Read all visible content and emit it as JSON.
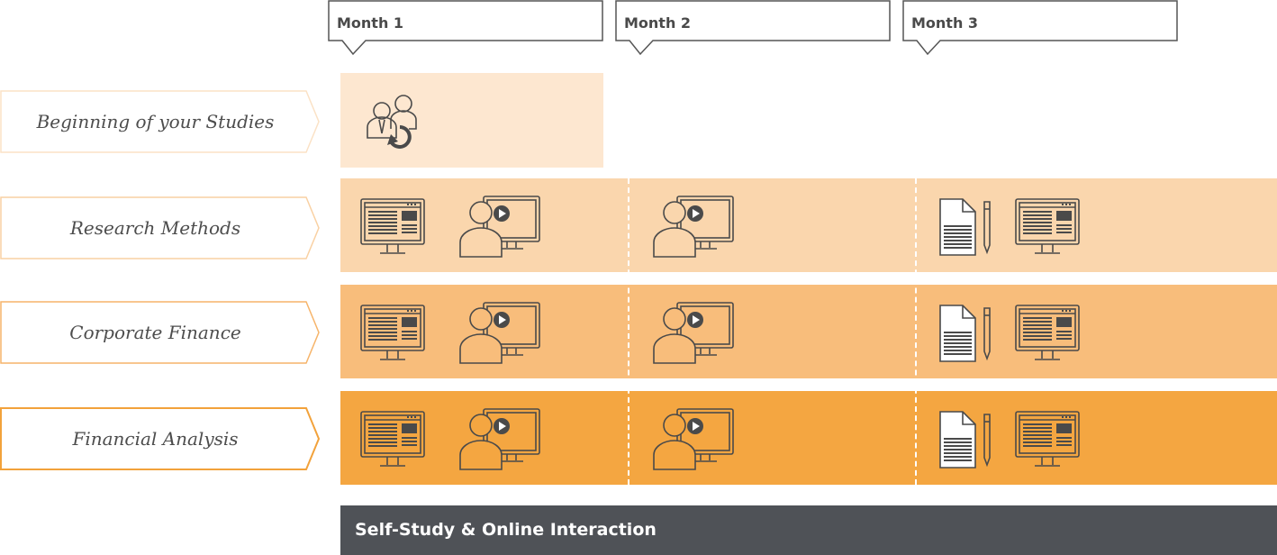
{
  "months": [
    {
      "label": "Month 1"
    },
    {
      "label": "Month 2"
    },
    {
      "label": "Month 3"
    }
  ],
  "rows": [
    {
      "label": "Beginning of your Studies",
      "fill": "#fde7d0",
      "border": "#fbe2c6",
      "icons_month1": [
        "people-cycle-icon"
      ],
      "icons_month2": [],
      "icons_month3": []
    },
    {
      "label": "Research Methods",
      "fill": "#fad6ad",
      "border": "#f9d1a3",
      "icons_month1": [
        "monitor-document-icon",
        "video-lecture-icon"
      ],
      "icons_month2": [
        "video-lecture-icon"
      ],
      "icons_month3": [
        "paper-pen-icon",
        "monitor-document-icon"
      ]
    },
    {
      "label": "Corporate Finance",
      "fill": "#f8bd7b",
      "border": "#f6b46a",
      "icons_month1": [
        "monitor-document-icon",
        "video-lecture-icon"
      ],
      "icons_month2": [
        "video-lecture-icon"
      ],
      "icons_month3": [
        "paper-pen-icon",
        "monitor-document-icon"
      ]
    },
    {
      "label": "Financial Analysis",
      "fill": "#f4a641",
      "border": "#f2a23b",
      "icons_month1": [
        "monitor-document-icon",
        "video-lecture-icon"
      ],
      "icons_month2": [
        "video-lecture-icon"
      ],
      "icons_month3": [
        "paper-pen-icon",
        "monitor-document-icon"
      ]
    }
  ],
  "footer": {
    "label": "Self-Study & Online Interaction",
    "color": "#4f5257"
  },
  "icon_stroke": "#4a4a4a"
}
